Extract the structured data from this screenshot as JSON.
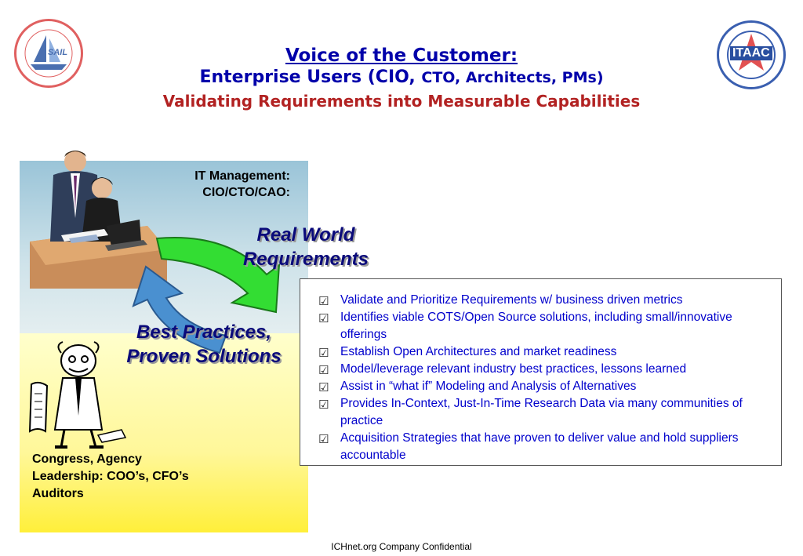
{
  "header": {
    "line1": "Voice of the Customer:",
    "line2_main": "Enterprise Users (CIO, ",
    "line2_small": "CTO, Architects, PMs)",
    "line3": "Validating Requirements into Measurable Capabilities"
  },
  "logos": {
    "left_text": "SAIL",
    "right_text": "ITAAC"
  },
  "left_panel": {
    "it_line1": "IT Management:",
    "it_line2": "CIO/CTO/CAO:",
    "real_world_line1": "Real World",
    "real_world_line2": "Requirements",
    "best_line1": "Best Practices,",
    "best_line2": "Proven Solutions",
    "congress_line1": "Congress, Agency",
    "congress_line2": "Leadership: COO’s, CFO’s",
    "congress_line3": "Auditors"
  },
  "bullets": [
    "Validate and Prioritize Requirements w/ business driven metrics",
    "Identifies viable COTS/Open Source solutions, including small/innovative offerings",
    "Establish Open Architectures and market readiness",
    "Model/leverage relevant industry best practices, lessons learned",
    "Assist in “what if” Modeling and Analysis of Alternatives",
    "Provides In-Context, Just-In-Time Research Data via many communities of practice",
    "Acquisition Strategies that have proven to deliver value and hold suppliers accountable"
  ],
  "footer": "ICHnet.org Company Confidential",
  "colors": {
    "title_blue": "#0000aa",
    "subtitle_red": "#b22222",
    "bullet_blue": "#0000cc",
    "arrow_green": "#33dd33",
    "arrow_blue": "#4a90d0"
  }
}
